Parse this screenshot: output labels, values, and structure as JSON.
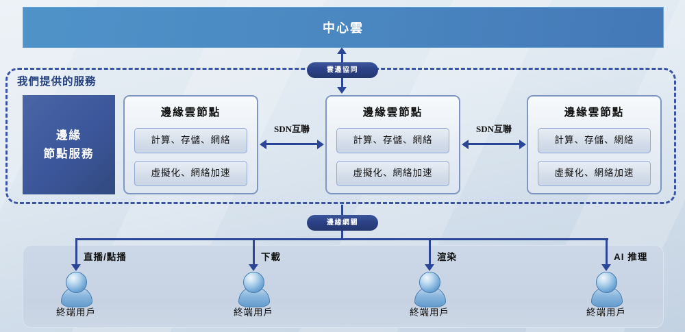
{
  "colors": {
    "arrow": "#2c4697",
    "top_bar_gradient_start": "#4f93c9",
    "top_bar_gradient_end": "#4478b7",
    "pill_fill": "#2c4187",
    "dashed_border": "#3a53a3",
    "service_box_fill": "#3b569a",
    "node_border": "#7f95c2",
    "subrow_border": "#93a9d6",
    "bottom_panel_fill": "#c9d5e4",
    "background_top": "#e9eff5",
    "background_bottom": "#c3d2e2"
  },
  "central_cloud": {
    "label": "中心雲"
  },
  "cloud_edge_link": {
    "label": "雲邊協同"
  },
  "services_container": {
    "title": "我們提供的服務"
  },
  "service_box": {
    "line1": "邊緣",
    "line2": "節點服務"
  },
  "nodes": [
    {
      "title": "邊緣雲節點",
      "row1": "計算、存儲、網絡",
      "row2": "虛擬化、網絡加速"
    },
    {
      "title": "邊緣雲節點",
      "row1": "計算、存儲、網絡",
      "row2": "虛擬化、網絡加速"
    },
    {
      "title": "邊緣雲節點",
      "row1": "計算、存儲、網絡",
      "row2": "虛擬化、網絡加速"
    }
  ],
  "sdn_links": [
    {
      "label": "SDN互聯"
    },
    {
      "label": "SDN互聯"
    }
  ],
  "edge_gateway": {
    "label": "邊緣網關"
  },
  "use_cases": [
    {
      "label": "直播/點播",
      "user_label": "終端用戶"
    },
    {
      "label": "下載",
      "user_label": "終端用戶"
    },
    {
      "label": "渲染",
      "user_label": "終端用戶"
    },
    {
      "label": "AI 推理",
      "user_label": "終端用戶"
    }
  ]
}
